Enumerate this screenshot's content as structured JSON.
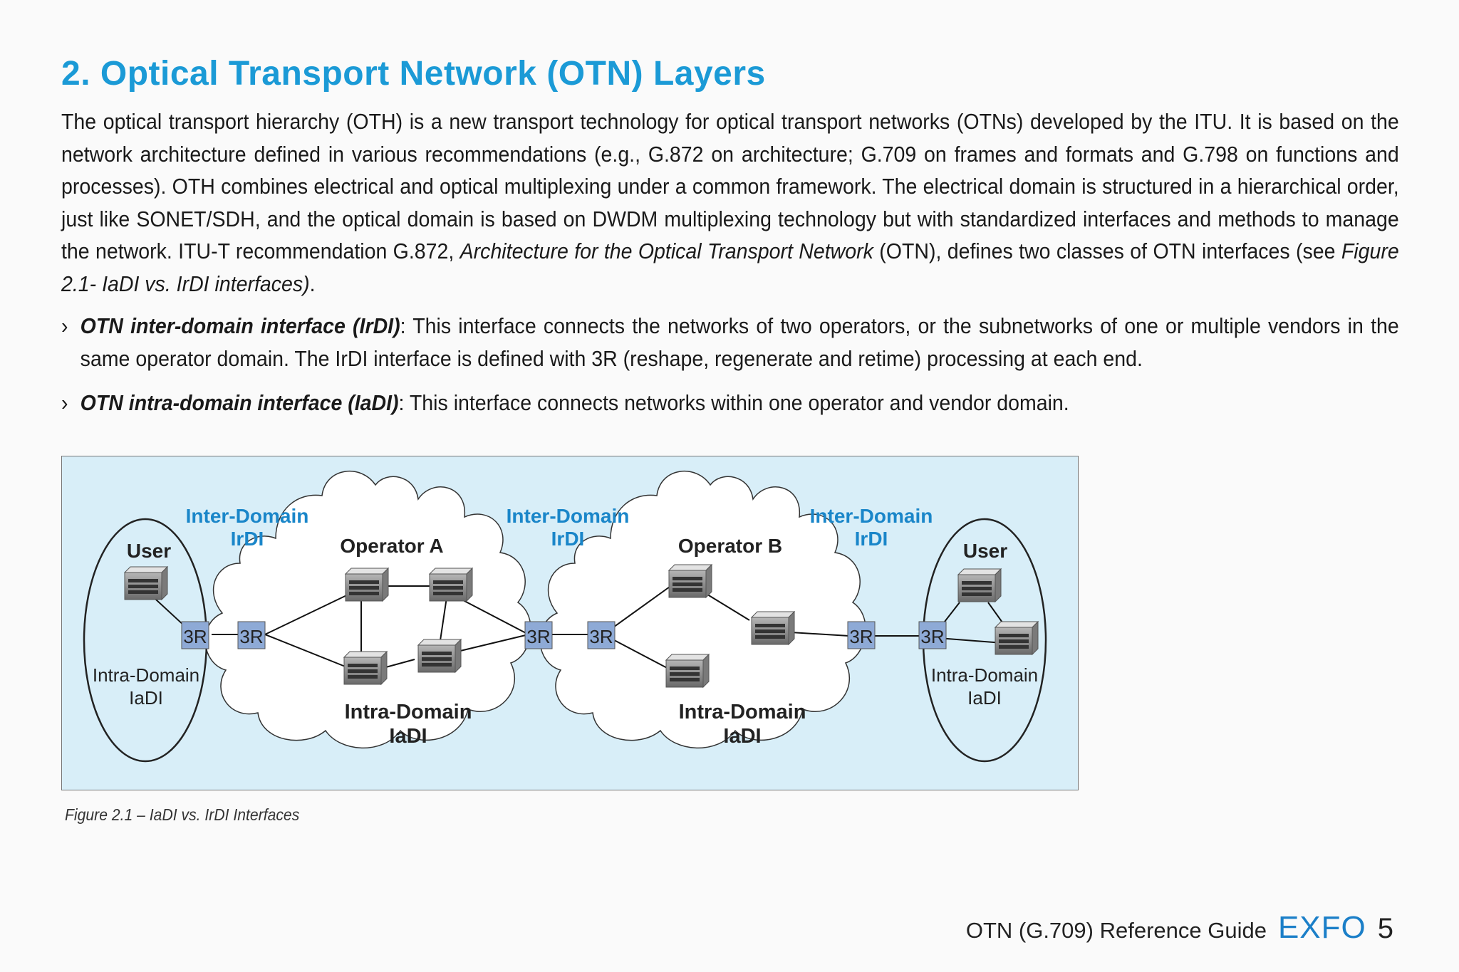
{
  "heading": "2. Optical Transport Network (OTN) Layers",
  "intro": {
    "text_before": "The optical transport hierarchy (OTH) is a new transport technology for optical transport networks (OTNs) developed by the ITU. It is based on the network architecture defined in various recommendations (e.g., G.872 on architecture; G.709 on frames and formats and G.798 on functions and processes). OTH combines electrical and optical multiplexing under a common framework. The electrical domain is structured in a hierarchical order, just like SONET/SDH, and the optical domain is based on DWDM multiplexing technology but with standardized interfaces and methods to manage the network. ITU-T recommendation G.872, ",
    "italic_title": "Architecture for the Optical Transport Network",
    "text_middle": " (OTN), defines two classes of OTN interfaces (see ",
    "italic_ref": "Figure 2.1- IaDI vs. IrDI interfaces)",
    "text_end": "."
  },
  "bullets": [
    {
      "marker": "›",
      "term": "OTN inter-domain interface (IrDI)",
      "text": ": This interface connects the networks of two operators, or the subnetworks of one or multiple vendors in the same operator domain. The IrDI interface is defined with 3R (reshape, regenerate and retime) processing at each end."
    },
    {
      "marker": "›",
      "term": "OTN intra-domain interface (IaDI)",
      "text": ": This interface connects networks within one operator and vendor domain."
    }
  ],
  "figure": {
    "inter_domain_labels": [
      {
        "line1": "Inter-Domain",
        "line2": "IrDI"
      },
      {
        "line1": "Inter-Domain",
        "line2": "IrDI"
      },
      {
        "line1": "Inter-Domain",
        "line2": "IrDI"
      }
    ],
    "user_left": "User",
    "user_right": "User",
    "operator_a": "Operator A",
    "operator_b": "Operator B",
    "intra_domain_small": {
      "line1": "Intra-Domain",
      "line2": "IaDI"
    },
    "intra_domain_bold": {
      "line1": "Intra-Domain",
      "line2": "IaDI"
    },
    "regenerator_label": "3R",
    "colors": {
      "background": "#d8eef8",
      "accent_text": "#1a86c9",
      "regenerator_fill": "#8eaad6"
    }
  },
  "caption": "Figure 2.1 – IaDI vs. IrDI Interfaces",
  "footer": {
    "guide_title": "OTN (G.709) Reference Guide",
    "brand": "EXFO",
    "page_number": "5"
  }
}
